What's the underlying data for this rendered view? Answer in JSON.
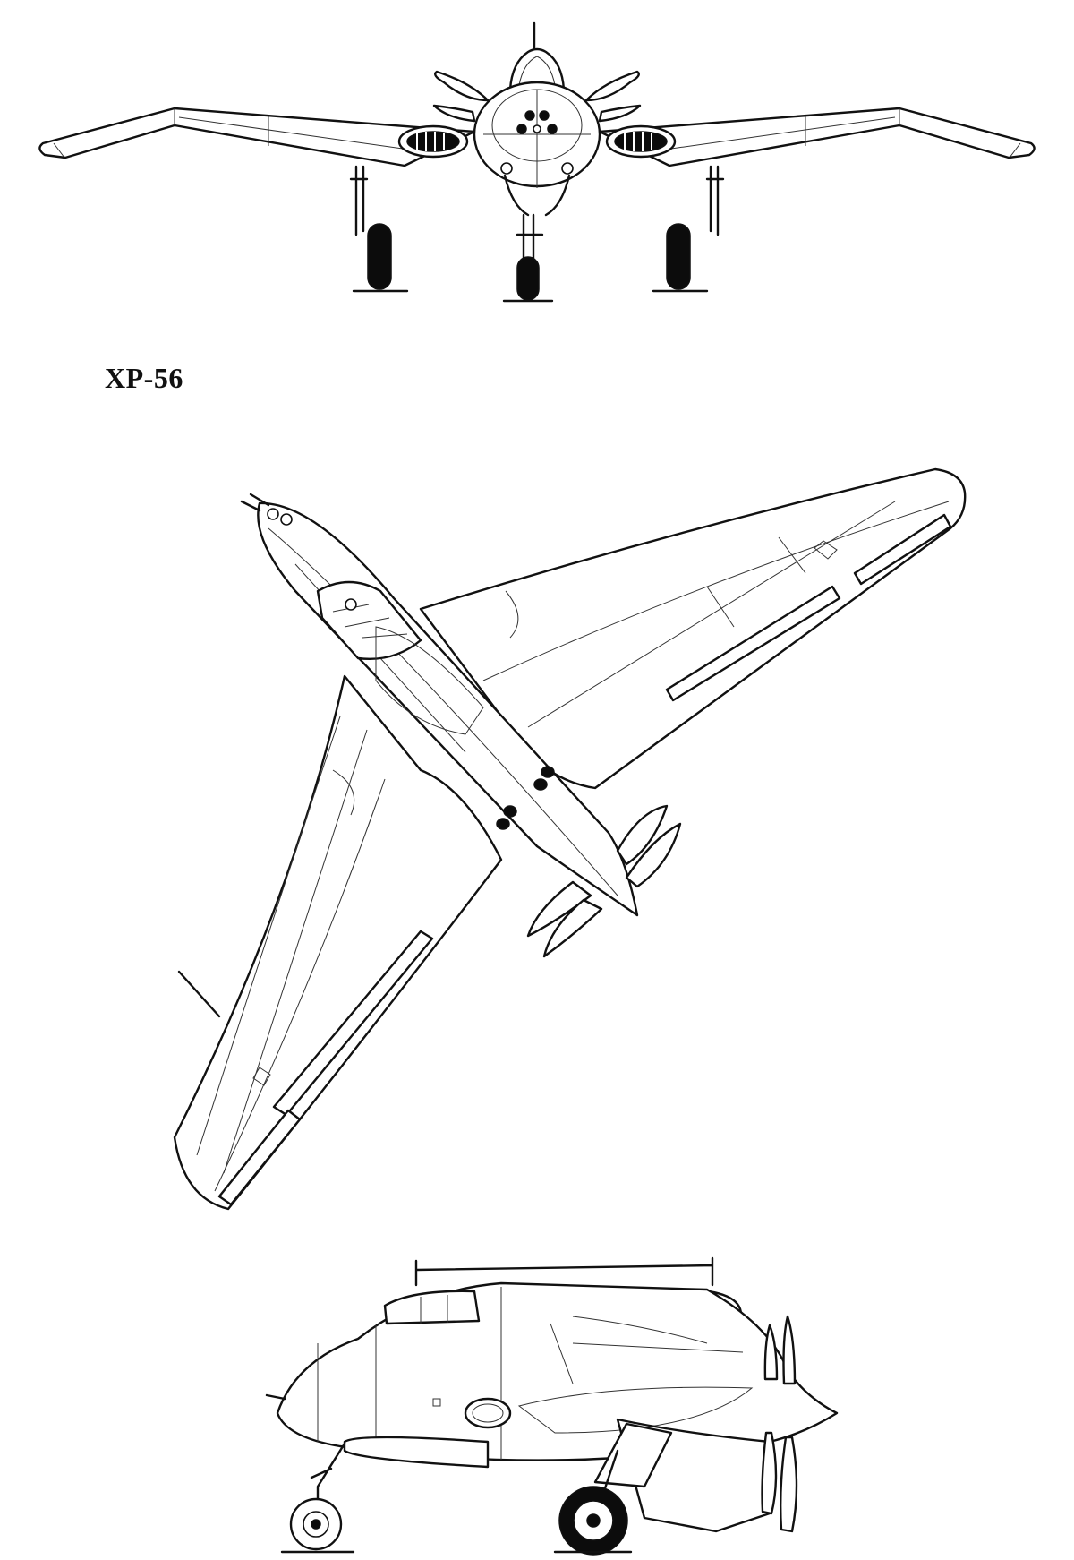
{
  "title": "XP-56",
  "views": [
    {
      "name": "front-view"
    },
    {
      "name": "top-view"
    },
    {
      "name": "side-view"
    }
  ]
}
